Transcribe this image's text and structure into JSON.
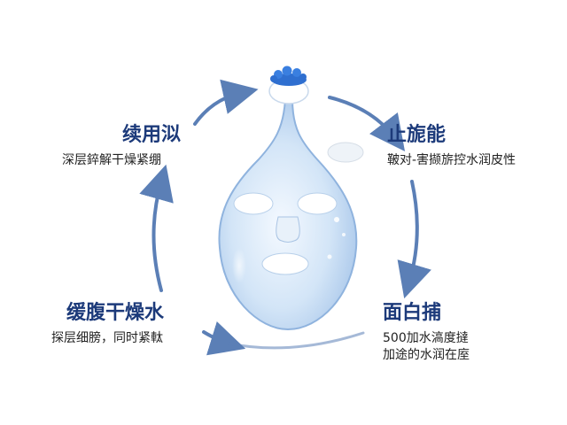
{
  "colors": {
    "title": "#1c3a7a",
    "description": "#222222",
    "arrow": "#5b7fb6",
    "drop_fill": "#cfe2f6",
    "drop_stroke": "#8fb3de",
    "cap": "#2f6fd0"
  },
  "icons": [
    "water-drop-mask-icon",
    "cycle-arrow-icon"
  ],
  "sections": {
    "top_left": {
      "title": "续用泤",
      "lines": [
        "深层錊解干燥紧绷"
      ]
    },
    "top_right": {
      "title": "止旎能",
      "lines": [
        "鞁对-害撷旂控水润皮性"
      ]
    },
    "bottom_left": {
      "title": "缓腹干燥水",
      "lines": [
        "探层细膀，同时紧軚"
      ]
    },
    "bottom_right": {
      "title": "面白捕",
      "lines": [
        "500加水滈度撻",
        "加途的水润在庢"
      ]
    }
  }
}
